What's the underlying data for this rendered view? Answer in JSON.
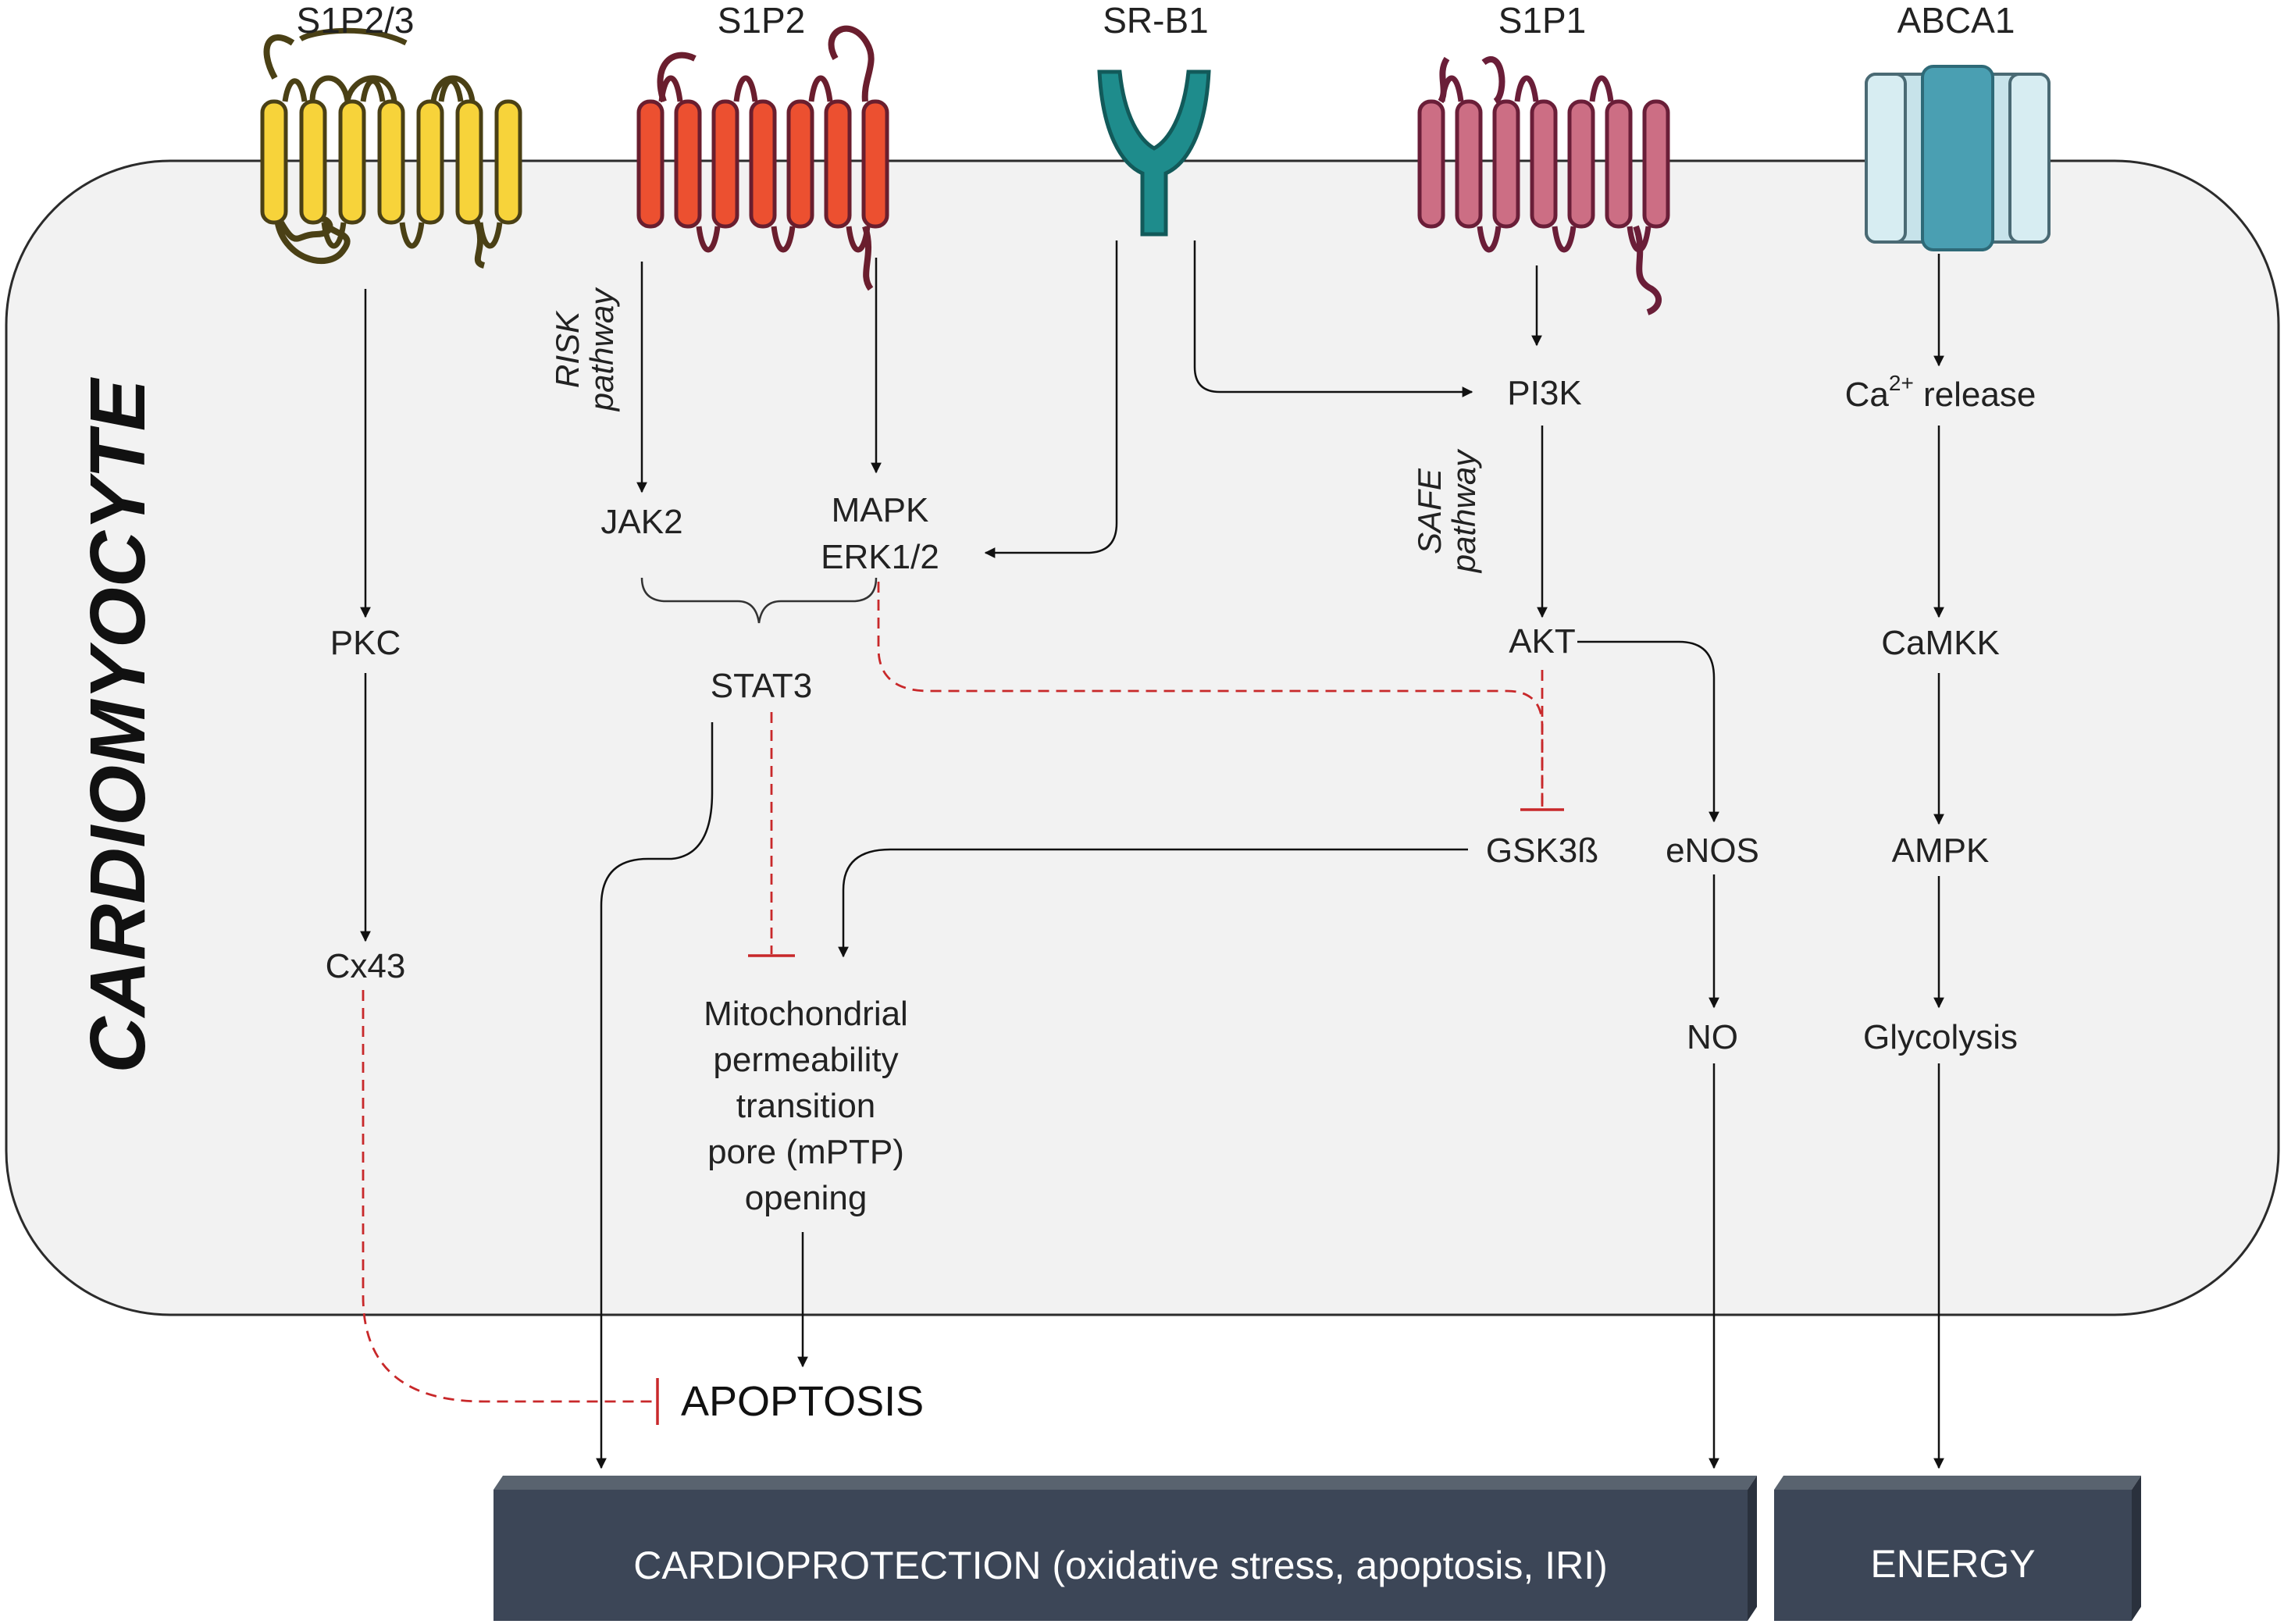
{
  "cell_label": "CARDIOMYOCYTE",
  "receptors": {
    "s1p23": "S1P2/3",
    "s1p2": "S1P2",
    "srb1": "SR-B1",
    "s1p1": "S1P1",
    "abca1": "ABCA1"
  },
  "nodes": {
    "pkc": "PKC",
    "cx43": "Cx43",
    "jak2": "JAK2",
    "mapk": "MAPK",
    "erk": "ERK1/2",
    "stat3": "STAT3",
    "mptp_lines": [
      "Mitochondrial",
      "permeability",
      "transition",
      "pore (mPTP)",
      "opening"
    ],
    "pi3k": "PI3K",
    "akt": "AKT",
    "gsk3b": "GSK3ß",
    "enos": "eNOS",
    "no": "NO",
    "ca_prefix": "Ca",
    "ca_superscript": "2+",
    "ca_suffix": " release",
    "camkk": "CaMKK",
    "ampk": "AMPK",
    "glycolysis": "Glycolysis",
    "apoptosis": "APOPTOSIS"
  },
  "pathways": {
    "risk_name": "RISK",
    "risk_word": "pathway",
    "safe_name": "SAFE",
    "safe_word": "pathway"
  },
  "outcomes": {
    "cardioprotection": "CARDIOPROTECTION (oxidative stress, apoptosis, IRI)",
    "energy": "ENERGY"
  },
  "colors": {
    "cell_fill": "#f2f2f2",
    "cell_stroke": "#2b2b2b",
    "s1p23": "#f7d33a",
    "s1p2": "#ec5030",
    "srb1": "#1e8c8c",
    "s1p1": "#cc6e84",
    "abca1": "#c7e3ea",
    "abca1_core": "#4a9fb2",
    "inhibition": "#c8282a",
    "arrow": "#111111",
    "outcome_box": "#3c4657",
    "outcome_text": "#ffffff"
  },
  "icons": {
    "s1p23": "seven-transmembrane-receptor-icon",
    "s1p2": "seven-transmembrane-receptor-icon",
    "srb1": "y-shaped-receptor-icon",
    "s1p1": "seven-transmembrane-receptor-icon",
    "abca1": "channel-transporter-icon"
  }
}
